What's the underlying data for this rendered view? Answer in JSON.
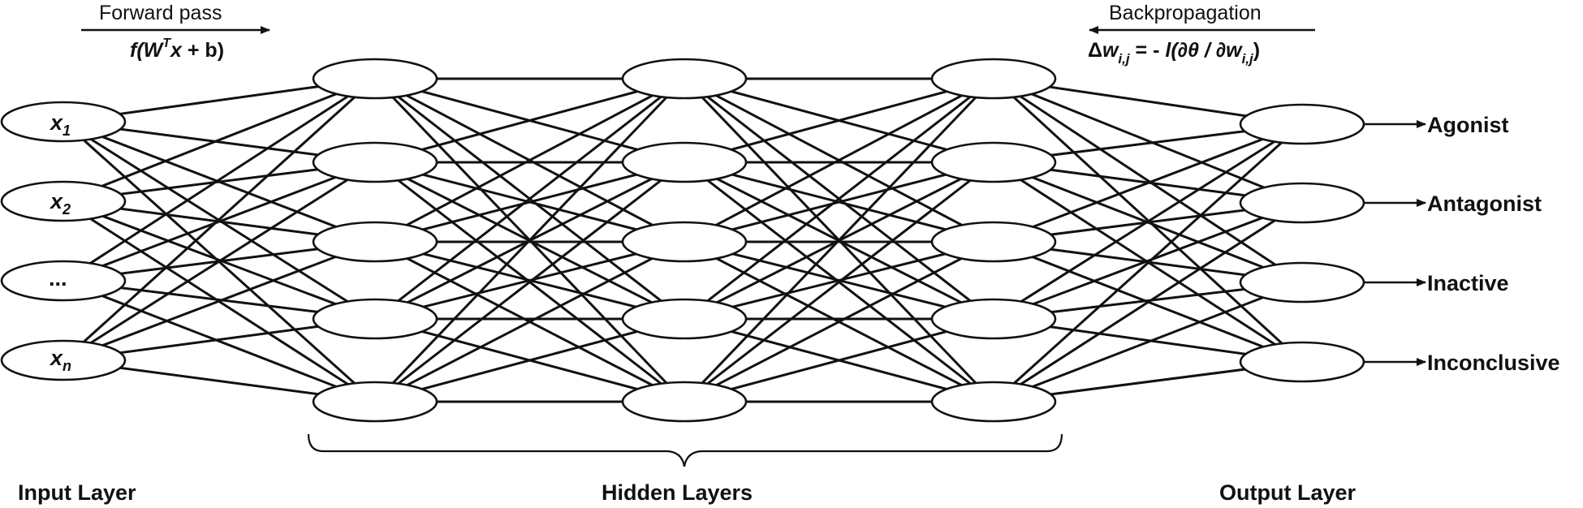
{
  "forward": {
    "title": "Forward pass",
    "formula_a": "f(W",
    "formula_sup": "T",
    "formula_b": "x",
    "formula_c": " + b)"
  },
  "backprop": {
    "title": "Backpropagation",
    "delta": "Δ",
    "w1": "w",
    "sub1": "i,j",
    "mid": " = - ",
    "l": "l",
    "paren": "(∂θ / ∂",
    "w2": "w",
    "sub2": "i,j",
    "close": ")"
  },
  "inputs": [
    {
      "base": "x",
      "sub": "1"
    },
    {
      "base": "x",
      "sub": "2"
    },
    {
      "base": "...",
      "sub": ""
    },
    {
      "base": "x",
      "sub": "n"
    }
  ],
  "outputs": [
    "Agonist",
    "Antagonist",
    "Inactive",
    "Inconclusive"
  ],
  "layers": {
    "input": "Input Layer",
    "hidden": "Hidden Layers",
    "output": "Output Layer"
  },
  "structure": {
    "input_nodes": 4,
    "hidden_layers": 3,
    "hidden_nodes_per_layer": 5,
    "output_nodes": 4
  },
  "colors": {
    "stroke": "#111111",
    "node_fill": "#ffffff",
    "background": "#ffffff"
  }
}
